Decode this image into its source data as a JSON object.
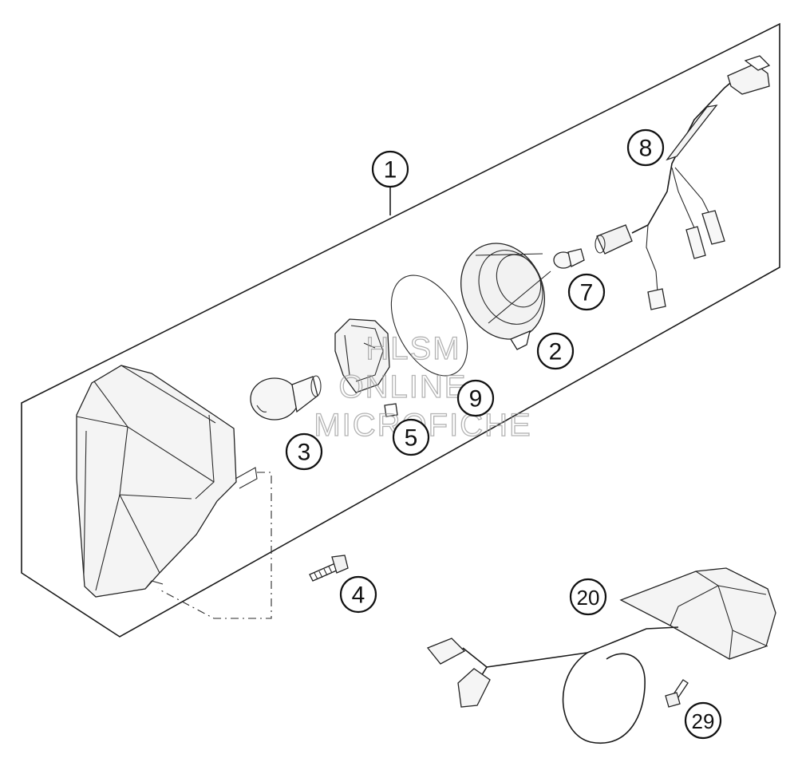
{
  "callouts": {
    "c1": "1",
    "c2": "2",
    "c3": "3",
    "c4": "4",
    "c5": "5",
    "c7": "7",
    "c8": "8",
    "c9": "9",
    "c20": "20",
    "c29": "29"
  },
  "watermark": {
    "line1": "HLSM",
    "line2": "ONLINE",
    "line3": "MICROFICHE"
  }
}
